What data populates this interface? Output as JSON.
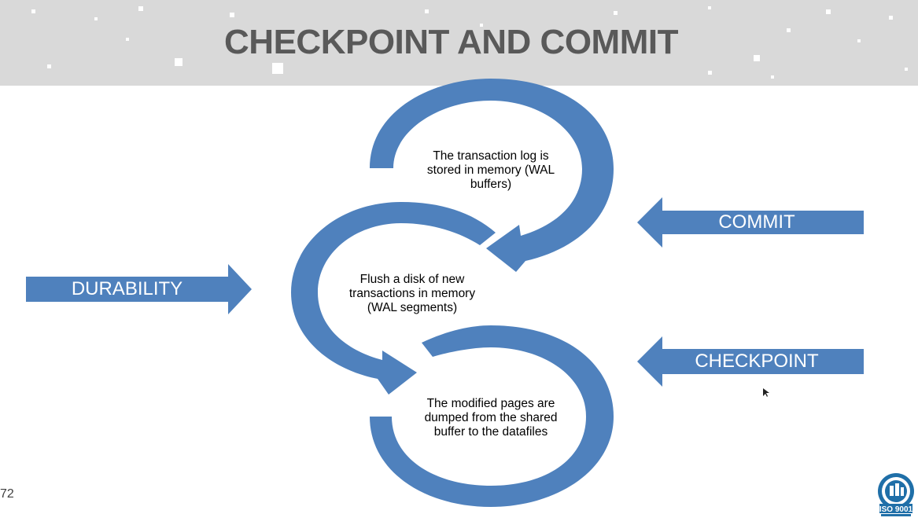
{
  "slide": {
    "title": "CHECKPOINT AND COMMIT",
    "page_number": "72"
  },
  "cycle": {
    "step_1": [
      "The transaction log is",
      "stored in memory (WAL",
      "buffers)"
    ],
    "step_2": [
      "Flush a disk of new",
      "transactions in memory",
      "(WAL segments)"
    ],
    "step_3": [
      "The modified pages are",
      "dumped from the shared",
      "buffer to the datafiles"
    ]
  },
  "arrows": {
    "durability": "DURABILITY",
    "commit": "COMMIT",
    "checkpoint": "CHECKPOINT"
  },
  "badge": {
    "text": "ISO 9001"
  },
  "colors": {
    "accent": "#4f81bd",
    "header": "#d9d9d9",
    "title": "#595959"
  }
}
